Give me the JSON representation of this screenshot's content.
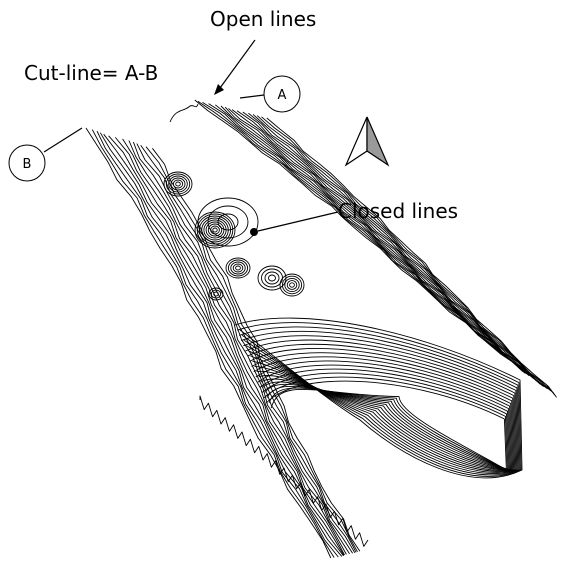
{
  "annotations": {
    "open_lines": "Open lines",
    "closed_lines": "Closed lines",
    "cut_line": "Cut-line= A-B",
    "point_a": "A",
    "point_b": "B"
  },
  "icons": {
    "north_arrow": "north-arrow-icon"
  },
  "colors": {
    "line": "#000000",
    "background": "#ffffff",
    "arrow_shade": "#9a9a9a"
  }
}
